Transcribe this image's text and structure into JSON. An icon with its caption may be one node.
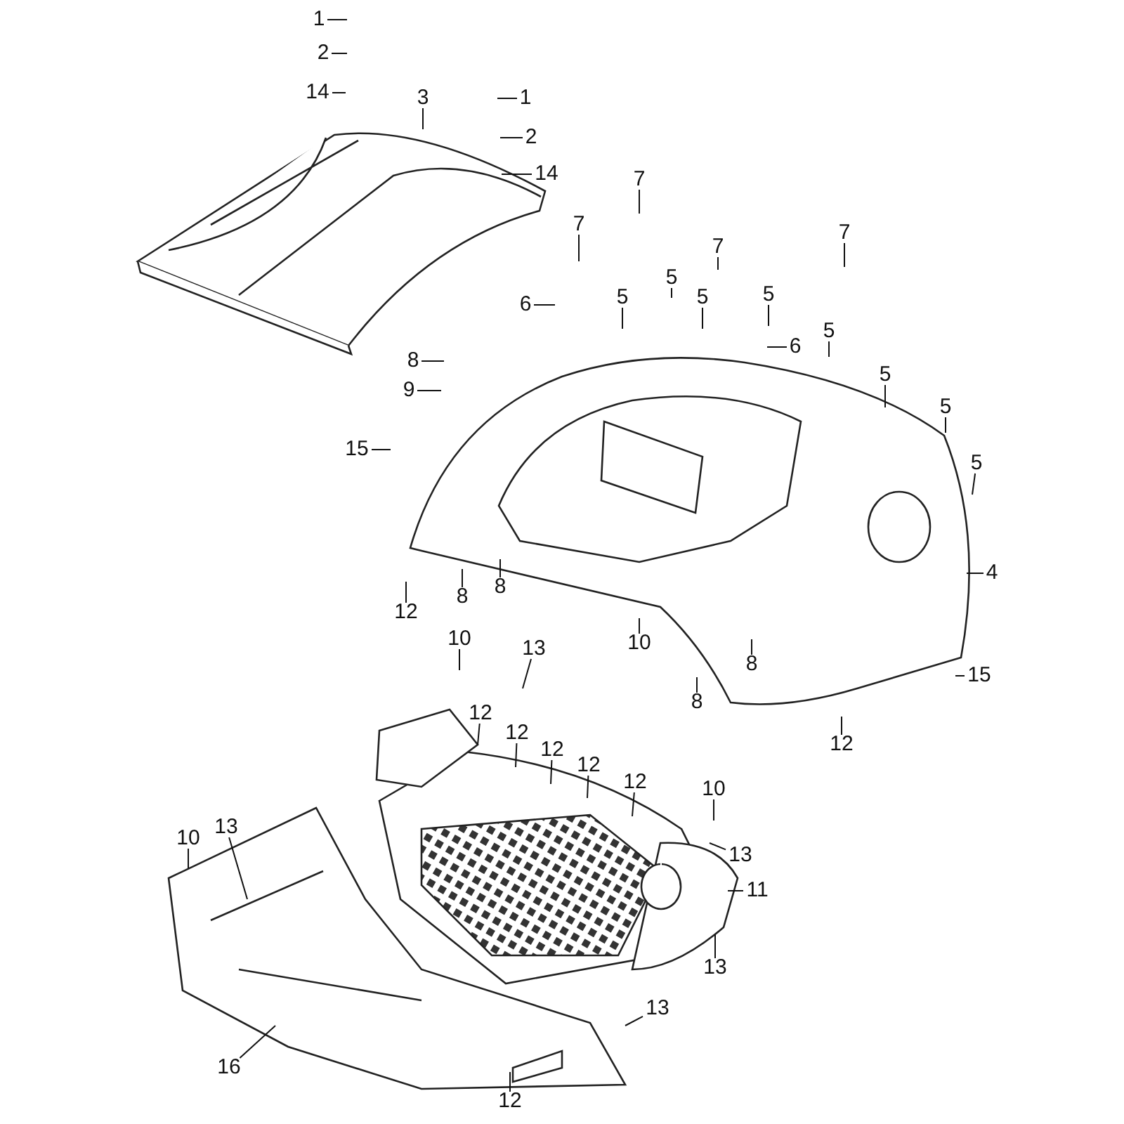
{
  "diagram": {
    "nodes": [
      {
        "text": [
          "1"
        ]
      },
      {
        "text": [
          "2"
        ]
      },
      {
        "text": [
          "14"
        ]
      },
      {
        "text": [
          "3"
        ]
      },
      {
        "text": [
          "1"
        ]
      },
      {
        "text": [
          "2"
        ]
      },
      {
        "text": [
          "14"
        ]
      },
      {
        "text": [
          "7"
        ]
      },
      {
        "text": [
          "7"
        ]
      },
      {
        "text": [
          "5"
        ]
      },
      {
        "text": [
          "7"
        ]
      },
      {
        "text": [
          "7"
        ]
      },
      {
        "text": [
          "6"
        ]
      },
      {
        "text": [
          "5"
        ]
      },
      {
        "text": [
          "5"
        ]
      },
      {
        "text": [
          "5"
        ]
      },
      {
        "text": [
          "6"
        ]
      },
      {
        "text": [
          "5"
        ]
      },
      {
        "text": [
          "5"
        ]
      },
      {
        "text": [
          "5"
        ]
      },
      {
        "text": [
          "5"
        ]
      },
      {
        "text": [
          "8"
        ]
      },
      {
        "text": [
          "9"
        ]
      },
      {
        "text": [
          "15"
        ]
      },
      {
        "text": [
          "4"
        ]
      },
      {
        "text": [
          "12"
        ]
      },
      {
        "text": [
          "8"
        ]
      },
      {
        "text": [
          "8"
        ]
      },
      {
        "text": [
          "10"
        ]
      },
      {
        "text": [
          "8"
        ]
      },
      {
        "text": [
          "8"
        ]
      },
      {
        "text": [
          "15"
        ]
      },
      {
        "text": [
          "12"
        ]
      },
      {
        "text": [
          "10"
        ]
      },
      {
        "text": [
          "13"
        ]
      },
      {
        "text": [
          "12"
        ]
      },
      {
        "text": [
          "12"
        ]
      },
      {
        "text": [
          "12"
        ]
      },
      {
        "text": [
          "12"
        ]
      },
      {
        "text": [
          "12"
        ]
      },
      {
        "text": [
          "10"
        ]
      },
      {
        "text": [
          "13"
        ]
      },
      {
        "text": [
          "11"
        ]
      },
      {
        "text": [
          "13"
        ]
      },
      {
        "text": [
          "13"
        ]
      },
      {
        "text": [
          "10"
        ]
      },
      {
        "text": [
          "13"
        ]
      },
      {
        "text": [
          "16"
        ]
      },
      {
        "text": [
          "12"
        ]
      }
    ],
    "edges": [
      {
        "from": 0,
        "to": null,
        "arrow": "none"
      },
      {
        "from": 1,
        "to": null,
        "arrow": "none"
      },
      {
        "from": 2,
        "to": null,
        "arrow": "none"
      },
      {
        "from": 3,
        "to": null,
        "arrow": "none"
      },
      {
        "from": 4,
        "to": null,
        "arrow": "none"
      },
      {
        "from": 5,
        "to": null,
        "arrow": "none"
      },
      {
        "from": 6,
        "to": null,
        "arrow": "none"
      },
      {
        "from": 7,
        "to": null,
        "arrow": "none"
      },
      {
        "from": 8,
        "to": null,
        "arrow": "none"
      },
      {
        "from": 9,
        "to": null,
        "arrow": "none"
      },
      {
        "from": 10,
        "to": null,
        "arrow": "none"
      },
      {
        "from": 11,
        "to": null,
        "arrow": "none"
      },
      {
        "from": 12,
        "to": null,
        "arrow": "none"
      },
      {
        "from": 13,
        "to": null,
        "arrow": "none"
      },
      {
        "from": 14,
        "to": null,
        "arrow": "none"
      },
      {
        "from": 15,
        "to": null,
        "arrow": "none"
      },
      {
        "from": 16,
        "to": null,
        "arrow": "none"
      },
      {
        "from": 17,
        "to": null,
        "arrow": "none"
      },
      {
        "from": 18,
        "to": null,
        "arrow": "none"
      },
      {
        "from": 19,
        "to": null,
        "arrow": "none"
      },
      {
        "from": 20,
        "to": null,
        "arrow": "none"
      },
      {
        "from": 21,
        "to": null,
        "arrow": "none"
      },
      {
        "from": 22,
        "to": null,
        "arrow": "none"
      },
      {
        "from": 23,
        "to": null,
        "arrow": "none"
      },
      {
        "from": 24,
        "to": null,
        "arrow": "none"
      },
      {
        "from": 25,
        "to": null,
        "arrow": "none"
      },
      {
        "from": 26,
        "to": null,
        "arrow": "none"
      },
      {
        "from": 27,
        "to": null,
        "arrow": "none"
      },
      {
        "from": 28,
        "to": null,
        "arrow": "none"
      },
      {
        "from": 29,
        "to": null,
        "arrow": "none"
      },
      {
        "from": 30,
        "to": null,
        "arrow": "none"
      },
      {
        "from": 31,
        "to": null,
        "arrow": "none"
      },
      {
        "from": 32,
        "to": null,
        "arrow": "none"
      },
      {
        "from": 33,
        "to": null,
        "arrow": "none"
      },
      {
        "from": 34,
        "to": null,
        "arrow": "none"
      },
      {
        "from": 35,
        "to": null,
        "arrow": "none"
      },
      {
        "from": 36,
        "to": null,
        "arrow": "none"
      },
      {
        "from": 37,
        "to": null,
        "arrow": "none"
      },
      {
        "from": 38,
        "to": null,
        "arrow": "none"
      },
      {
        "from": 39,
        "to": null,
        "arrow": "none"
      },
      {
        "from": 40,
        "to": null,
        "arrow": "none"
      },
      {
        "from": 41,
        "to": null,
        "arrow": "none"
      },
      {
        "from": 42,
        "to": null,
        "arrow": "none"
      },
      {
        "from": 43,
        "to": null,
        "arrow": "none"
      },
      {
        "from": 44,
        "to": null,
        "arrow": "none"
      },
      {
        "from": 45,
        "to": null,
        "arrow": "none"
      },
      {
        "from": 46,
        "to": null,
        "arrow": "none"
      },
      {
        "from": 47,
        "to": null,
        "arrow": "none"
      },
      {
        "from": 48,
        "to": null,
        "arrow": "none"
      }
    ]
  }
}
